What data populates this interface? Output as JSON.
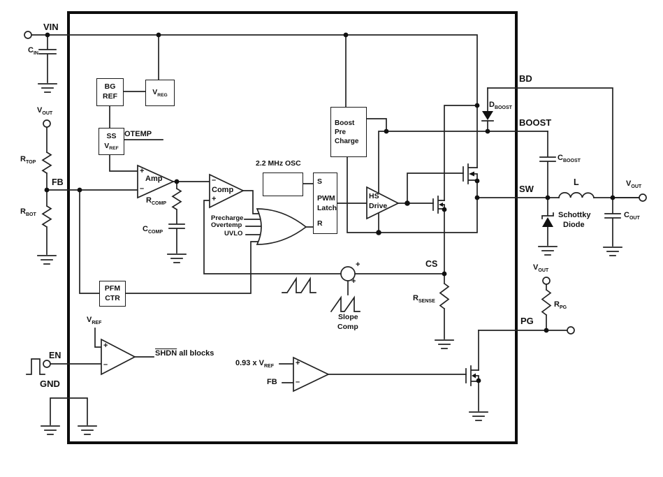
{
  "pins": {
    "vin": "VIN",
    "fb": "FB",
    "en": "EN",
    "gnd": "GND",
    "bd": "BD",
    "boost": "BOOST",
    "sw": "SW",
    "cs": "CS",
    "pg": "PG"
  },
  "labels": {
    "cin": {
      "m": "C",
      "s": "IN"
    },
    "vout": {
      "m": "V",
      "s": "OUT"
    },
    "rtop": {
      "m": "R",
      "s": "TOP"
    },
    "rbot": {
      "m": "R",
      "s": "BOT"
    },
    "rcomp": {
      "m": "R",
      "s": "COMP"
    },
    "ccomp": {
      "m": "C",
      "s": "COMP"
    },
    "dboost": {
      "m": "D",
      "s": "BOOST"
    },
    "cboost": {
      "m": "C",
      "s": "BOOST"
    },
    "inductor": "L",
    "cout": {
      "m": "C",
      "s": "OUT"
    },
    "schottky1": "Schottky",
    "schottky2": "Diode",
    "rsense": {
      "m": "R",
      "s": "SENSE"
    },
    "rpg": {
      "m": "R",
      "s": "PG"
    },
    "vref": {
      "m": "V",
      "s": "REF"
    },
    "pg_ref": {
      "m": "0.93 x V",
      "s": "REF"
    },
    "pg_fb": "FB",
    "otemp": "OTEMP",
    "osc": "2.2 MHz OSC",
    "shdn_bar": "SHDN",
    "shdn_rest": " all blocks",
    "slope1": "Slope",
    "slope2": "Comp"
  },
  "blocks": {
    "bg1": "BG",
    "bg2": "REF",
    "vreg": {
      "m": "V",
      "s": "REG"
    },
    "ss": "SS",
    "pfm1": "PFM",
    "pfm2": "CTR",
    "bpc1": "Boost",
    "bpc2": "Pre",
    "bpc3": "Charge",
    "latch_s": "S",
    "latch1": "PWM",
    "latch2": "Latch",
    "latch_r": "R",
    "amp": "Amp",
    "comp": "Comp",
    "hs1": "HS",
    "hs2": "Drive",
    "or_in1": "Precharge",
    "or_in2": "Overtemp",
    "or_in3": "UVLO"
  },
  "marks": {
    "plus": "+",
    "minus": "–"
  }
}
